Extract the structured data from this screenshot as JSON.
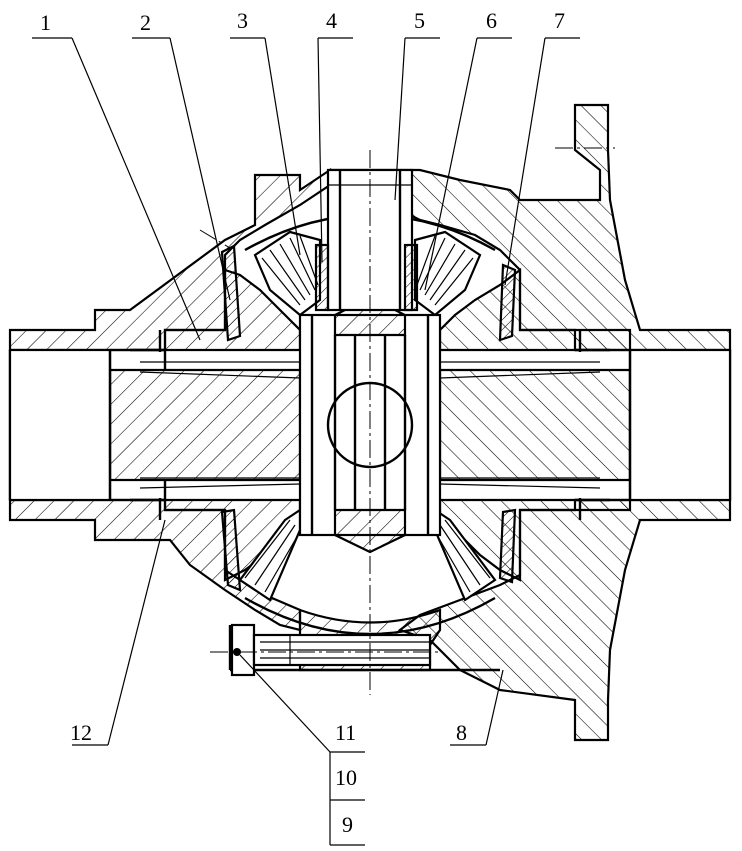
{
  "callouts": {
    "n1": "1",
    "n2": "2",
    "n3": "3",
    "n4": "4",
    "n5": "5",
    "n6": "6",
    "n7": "7",
    "n8": "8",
    "n9": "9",
    "n10": "10",
    "n11": "11",
    "n12": "12"
  }
}
